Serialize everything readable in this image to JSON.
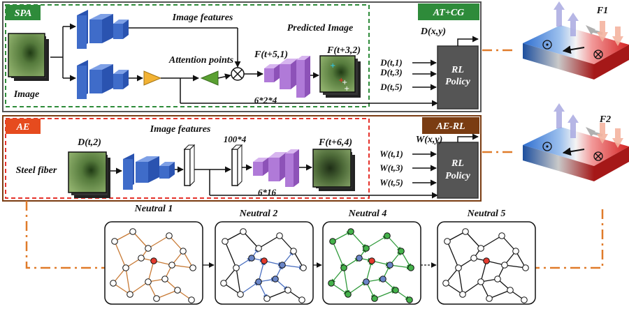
{
  "colors": {
    "green_frame": "#1f7a2f",
    "green_tag": "#2e8b3a",
    "brown_frame": "#7a3c12",
    "red_dash": "#e5322b",
    "ae_tag": "#e64b1e",
    "aerl_tag": "#7a3c12",
    "policy_bg": "#555555",
    "cnn_blue": "#3f6cc9",
    "decoder_purple": "#b07ad8",
    "attention_orange": "#f2b233",
    "attention_green": "#5aa032",
    "orange_link": "#e07b2a",
    "edge_brown": "#c87a35",
    "edge_blue": "#5b7ec9",
    "node_green": "#44b24a",
    "node_red": "#e53b2e",
    "node_blue": "#6a86c8"
  },
  "top_panel": {
    "tag_left": "SPA",
    "tag_right": "AT+CG",
    "image_features": "Image features",
    "predicted_image": "Predicted Image",
    "attention_points": "Attention points",
    "image": "Image",
    "f_t5_1": "F(t+5,1)",
    "f_t3_2": "F(t+3,2)",
    "dim": "6*2*4",
    "policy_output": "D(x,y)",
    "inputs": [
      "D(t,1)",
      "D(t,3)",
      "D(t,5)"
    ],
    "policy": [
      "RL",
      "Policy"
    ]
  },
  "bottom_panel": {
    "tag_left": "AE",
    "tag_right": "AE-RL",
    "image_features": "Image features",
    "d_t2": "D(t,2)",
    "steel_fiber": "Steel fiber",
    "dim_top": "100*4",
    "dim_bottom": "6*16",
    "f_t6_4": "F(t+6,4)",
    "policy_output": "W(x,y)",
    "inputs": [
      "W(t,1)",
      "W(t,3)",
      "W(t,5)"
    ],
    "policy": [
      "RL",
      "Policy"
    ]
  },
  "magnets": {
    "f1": "F1",
    "f2": "F2"
  },
  "networks": [
    "Neutral 1",
    "Neutral 2",
    "Neutral 4",
    "Neutral 5"
  ]
}
